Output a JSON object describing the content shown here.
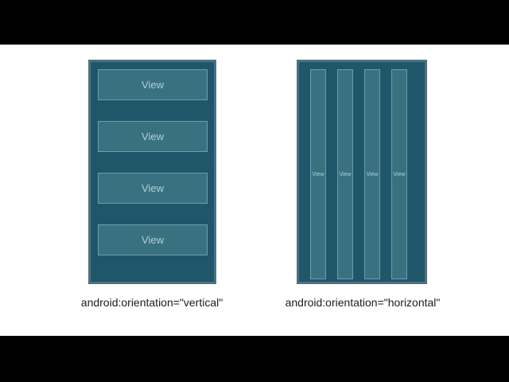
{
  "colors": {
    "letterbox": "#000000",
    "page_bg": "#ffffff",
    "container_fill": "#20566a",
    "container_border": "#4e7180",
    "view_fill": "#3a7181",
    "view_border": "#6b9dad",
    "view_text": "#aed0da",
    "caption_text": "#1c1c1e"
  },
  "panels": {
    "vertical": {
      "caption": "android:orientation=\"vertical\"",
      "views": [
        "View",
        "View",
        "View",
        "View"
      ]
    },
    "horizontal": {
      "caption": "android:orientation=\"horizontal\"",
      "views": [
        "View",
        "View",
        "View",
        "View"
      ]
    }
  }
}
